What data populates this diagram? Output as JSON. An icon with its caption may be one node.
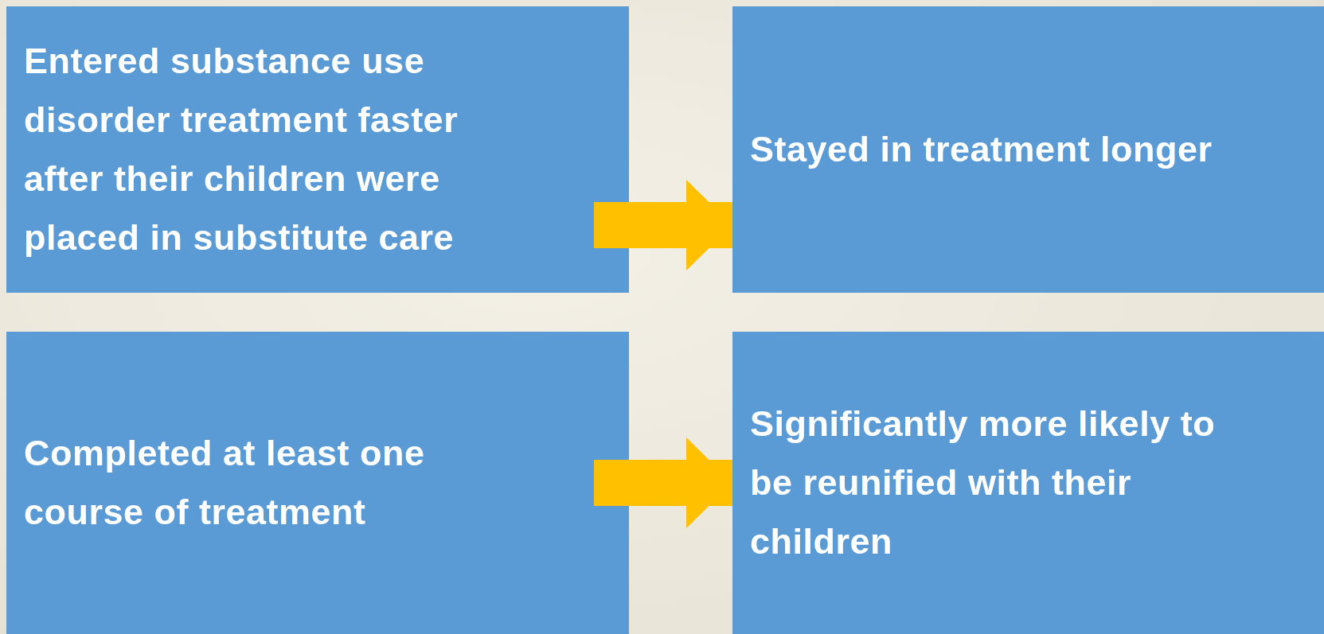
{
  "diagram": {
    "nodes": [
      {
        "text": [
          "Entered substance use disorder treatment faster after their children were placed in substitute care"
        ]
      },
      {
        "text": [
          "Stayed in treatment longer"
        ]
      },
      {
        "text": [
          "Completed at least one course of treatment"
        ]
      },
      {
        "text": [
          "Significantly more likely to be reunified with their children"
        ]
      }
    ],
    "edges": [
      {
        "from": 0,
        "to": 1,
        "arrow": "to"
      },
      {
        "from": 2,
        "to": 3,
        "arrow": "to"
      }
    ]
  }
}
